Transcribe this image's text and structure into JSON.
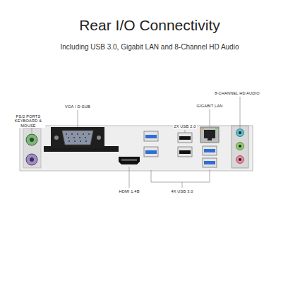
{
  "diagram": {
    "title": "Rear I/O Connectivity",
    "labels": [
      "Including USB 3.0, Gigabit LAN and 8-Channel HD Audio",
      "PS/2 PORTS KEYBOARD & MOUSE",
      "VGA / D-SUB",
      "2X USB 2.0",
      "GIGABIT LAN",
      "8-CHANNEL HD AUDIO",
      "HDMI 1.4B",
      "4X USB 3.0"
    ]
  }
}
